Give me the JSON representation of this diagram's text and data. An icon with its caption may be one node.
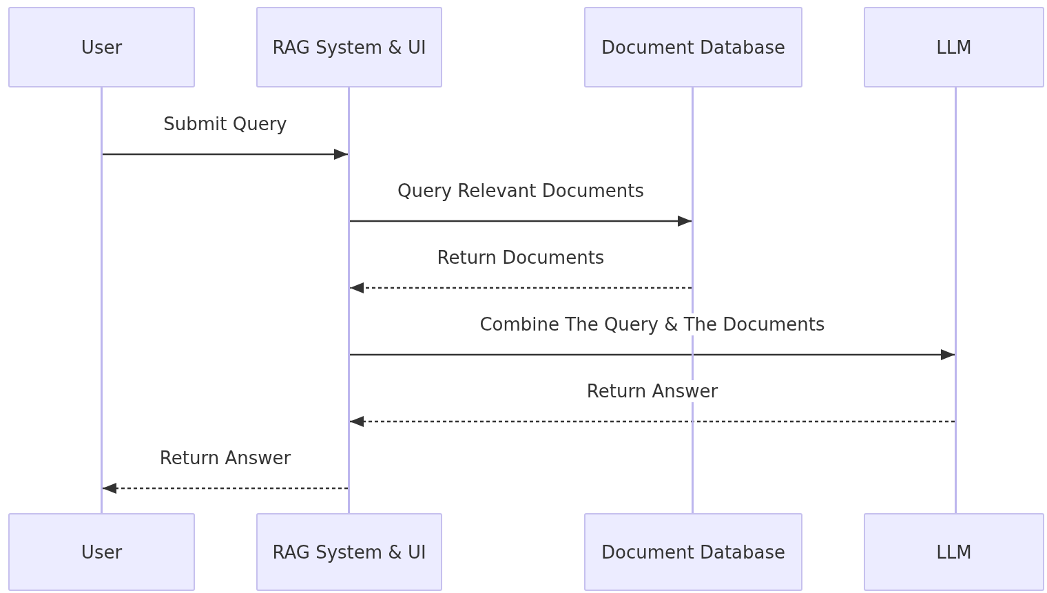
{
  "diagram": {
    "nodes": [
      {
        "text": [
          "User"
        ]
      },
      {
        "text": [
          "RAG System & UI"
        ]
      },
      {
        "text": [
          "Document Database"
        ]
      },
      {
        "text": [
          "LLM"
        ]
      },
      {
        "text": [],
        "shape": "bar"
      },
      {
        "text": [],
        "shape": "bar"
      },
      {
        "text": [],
        "shape": "bar"
      },
      {
        "text": [],
        "shape": "bar"
      },
      {
        "text": [
          "User"
        ]
      },
      {
        "text": [
          "RAG System & UI"
        ]
      },
      {
        "text": [
          "Document Database"
        ]
      },
      {
        "text": [
          "LLM"
        ]
      }
    ],
    "edges": [
      {
        "from": 4,
        "to": 5,
        "arrow": "to",
        "label": "Submit Query"
      },
      {
        "from": 5,
        "to": 6,
        "arrow": "to",
        "label": "Query Relevant Documents"
      },
      {
        "from": 6,
        "to": 5,
        "arrow": "to",
        "label": "Return Documents",
        "style": "dashed"
      },
      {
        "from": 5,
        "to": 7,
        "arrow": "to",
        "label": "Combine The Query & The Documents"
      },
      {
        "from": 7,
        "to": 5,
        "arrow": "to",
        "label": "Return Answer",
        "style": "dashed"
      },
      {
        "from": 5,
        "to": 4,
        "arrow": "to",
        "label": "Return Answer",
        "style": "dashed"
      }
    ]
  }
}
